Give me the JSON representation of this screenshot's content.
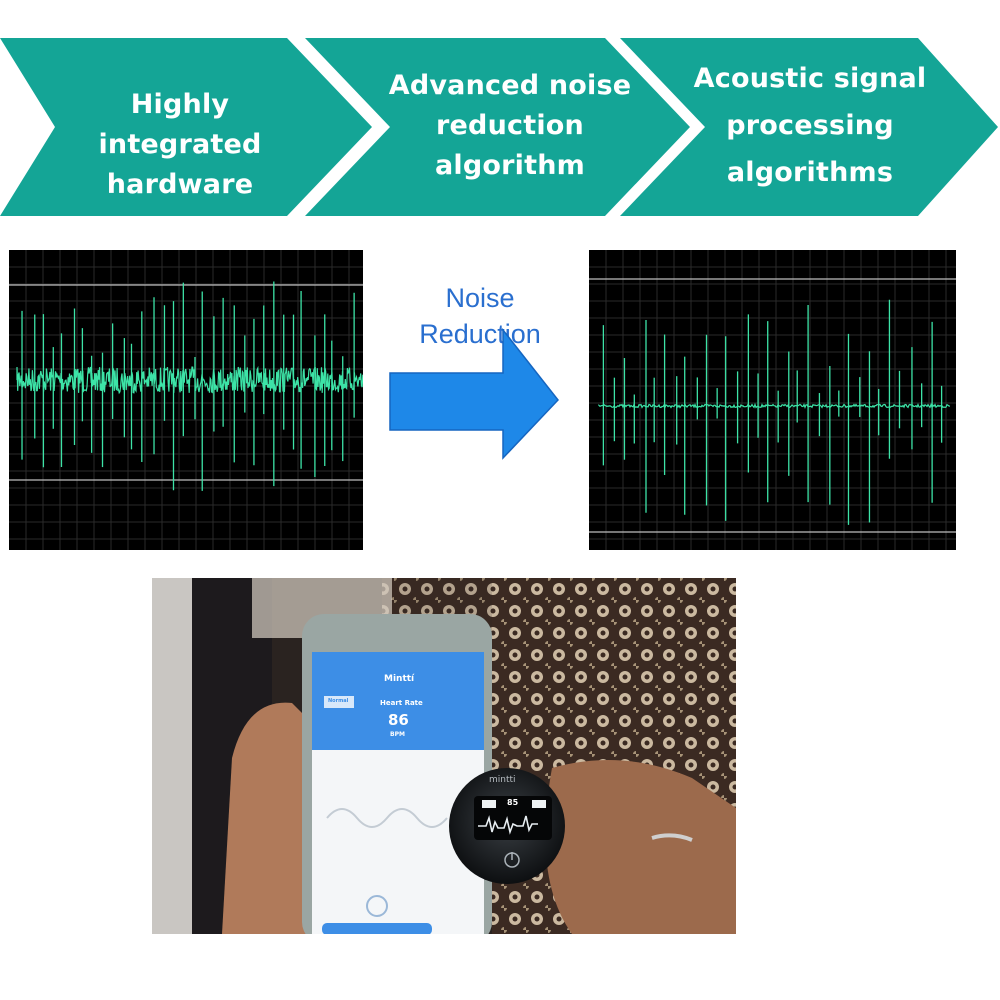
{
  "steps": [
    {
      "label": "Highly integrated\nhardware"
    },
    {
      "label": "Advanced noise\nreduction\nalgorithm"
    },
    {
      "label": "Acoustic signal\nprocessing\nalgorithms"
    }
  ],
  "noise_reduction_label": "Noise\nReduction",
  "colors": {
    "chevron": "#14a596",
    "wave": "#3de3a7",
    "arrow": "#1e88e8",
    "arrow_label": "#2a6fcf",
    "phone_header": "#3d8ee6"
  },
  "photo": {
    "app_title": "Minttí",
    "tab_label": "Normal",
    "heart_rate_label": "Heart Rate",
    "heart_rate_value": "86",
    "heart_rate_unit": "BPM",
    "device_brand": "mintti",
    "device_screen_value": "85"
  }
}
